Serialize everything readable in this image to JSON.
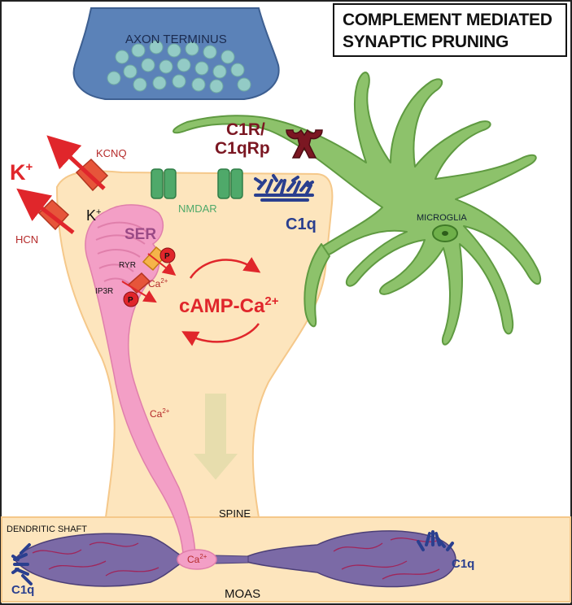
{
  "title": {
    "line1": "COMPLEMENT MEDIATED",
    "line2": "SYNAPTIC PRUNING"
  },
  "labels": {
    "axon_terminus": "AXON TERMINUS",
    "c1r_line1": "C1R/",
    "c1r_line2": "C1qRp",
    "kcnq": "KCNQ",
    "k_plus_big": "K",
    "k_plus_small": "K",
    "plus": "+",
    "hcn": "HCN",
    "nmdar": "NMDAR",
    "c1q_top": "C1q",
    "microglia": "MICROGLIA",
    "ser": "SER",
    "ryr": "RYR",
    "ip3r": "IP3R",
    "p": "P",
    "ca_base": "Ca",
    "ca_sup": "2+",
    "camp": "cAMP-Ca",
    "spine": "SPINE",
    "dendritic_shaft": "DENDRITIC SHAFT",
    "c1q_left": "C1q",
    "c1q_right": "C1q",
    "moas": "MOAS"
  },
  "colors": {
    "cytoplasm": "#fde5bd",
    "cytoplasm_edge": "#f5c88a",
    "axon": "#5b82b8",
    "vesicle": "#93cbc6",
    "microglia": "#8dc26b",
    "microglia_edge": "#5f9a41",
    "ser": "#f39fc6",
    "arrow_red": "#e0262b",
    "c1q_blue": "#2a3f8f",
    "c1r_dark": "#7b1722",
    "channel_orange": "#e6553a",
    "nmdar_green": "#4fa96a",
    "mito_purple": "#7b6aa6"
  }
}
